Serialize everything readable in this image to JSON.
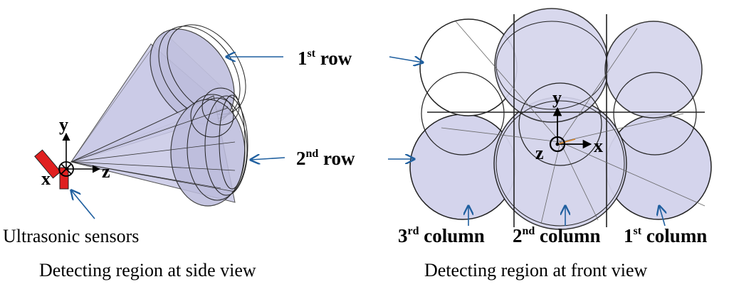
{
  "labels": {
    "row1": {
      "num": "1",
      "sup": "st",
      "rest": " row"
    },
    "row2": {
      "num": "2",
      "sup": "nd",
      "rest": " row"
    },
    "col3": {
      "num": "3",
      "sup": "rd",
      "rest": " column"
    },
    "col2": {
      "num": "2",
      "sup": "nd",
      "rest": " column"
    },
    "col1": {
      "num": "1",
      "sup": "st",
      "rest": " column"
    },
    "sensors": "Ultrasonic sensors",
    "side_caption": "Detecting region at side view",
    "front_caption": "Detecting region at front view"
  },
  "side_axes": {
    "y": "y",
    "z": "z",
    "x": "x"
  },
  "front_axes": {
    "y": "y",
    "z": "z",
    "x": "x"
  },
  "colors": {
    "cone_fill": "#c8c8e6",
    "circle_fill": "#d4d4ec",
    "arrow": "#1f5f9f",
    "sensor_red": "#e02020",
    "orange": "#e08a2a"
  }
}
